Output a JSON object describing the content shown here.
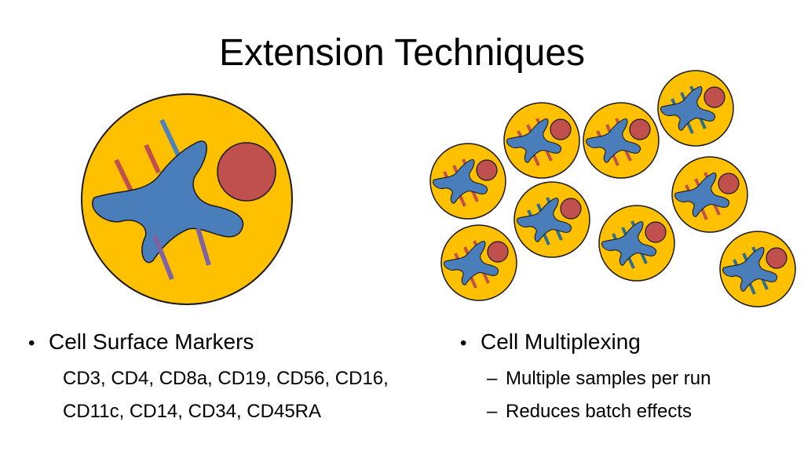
{
  "slide": {
    "title": "Extension Techniques",
    "left": {
      "bullet": "Cell Surface Markers",
      "lines": [
        "CD3, CD4, CD8a, CD19, CD56, CD16,",
        "CD11c, CD14, CD34, CD45RA"
      ]
    },
    "right": {
      "bullet": "Cell Multiplexing",
      "subs": [
        "Multiple samples per run",
        "Reduces batch effects"
      ]
    },
    "symbols": {
      "bullet": "•",
      "dash": "–"
    }
  },
  "colors": {
    "cell_fill": "#FFC000",
    "cell_stroke": "#1a1a1a",
    "body_fill": "#4A7EBB",
    "nucleus_fill": "#C0504D",
    "marker_red": "#C0504D",
    "marker_blue": "#2E6F8E",
    "marker_steel": "#4F81BD",
    "marker_purple": "#8064A2"
  }
}
